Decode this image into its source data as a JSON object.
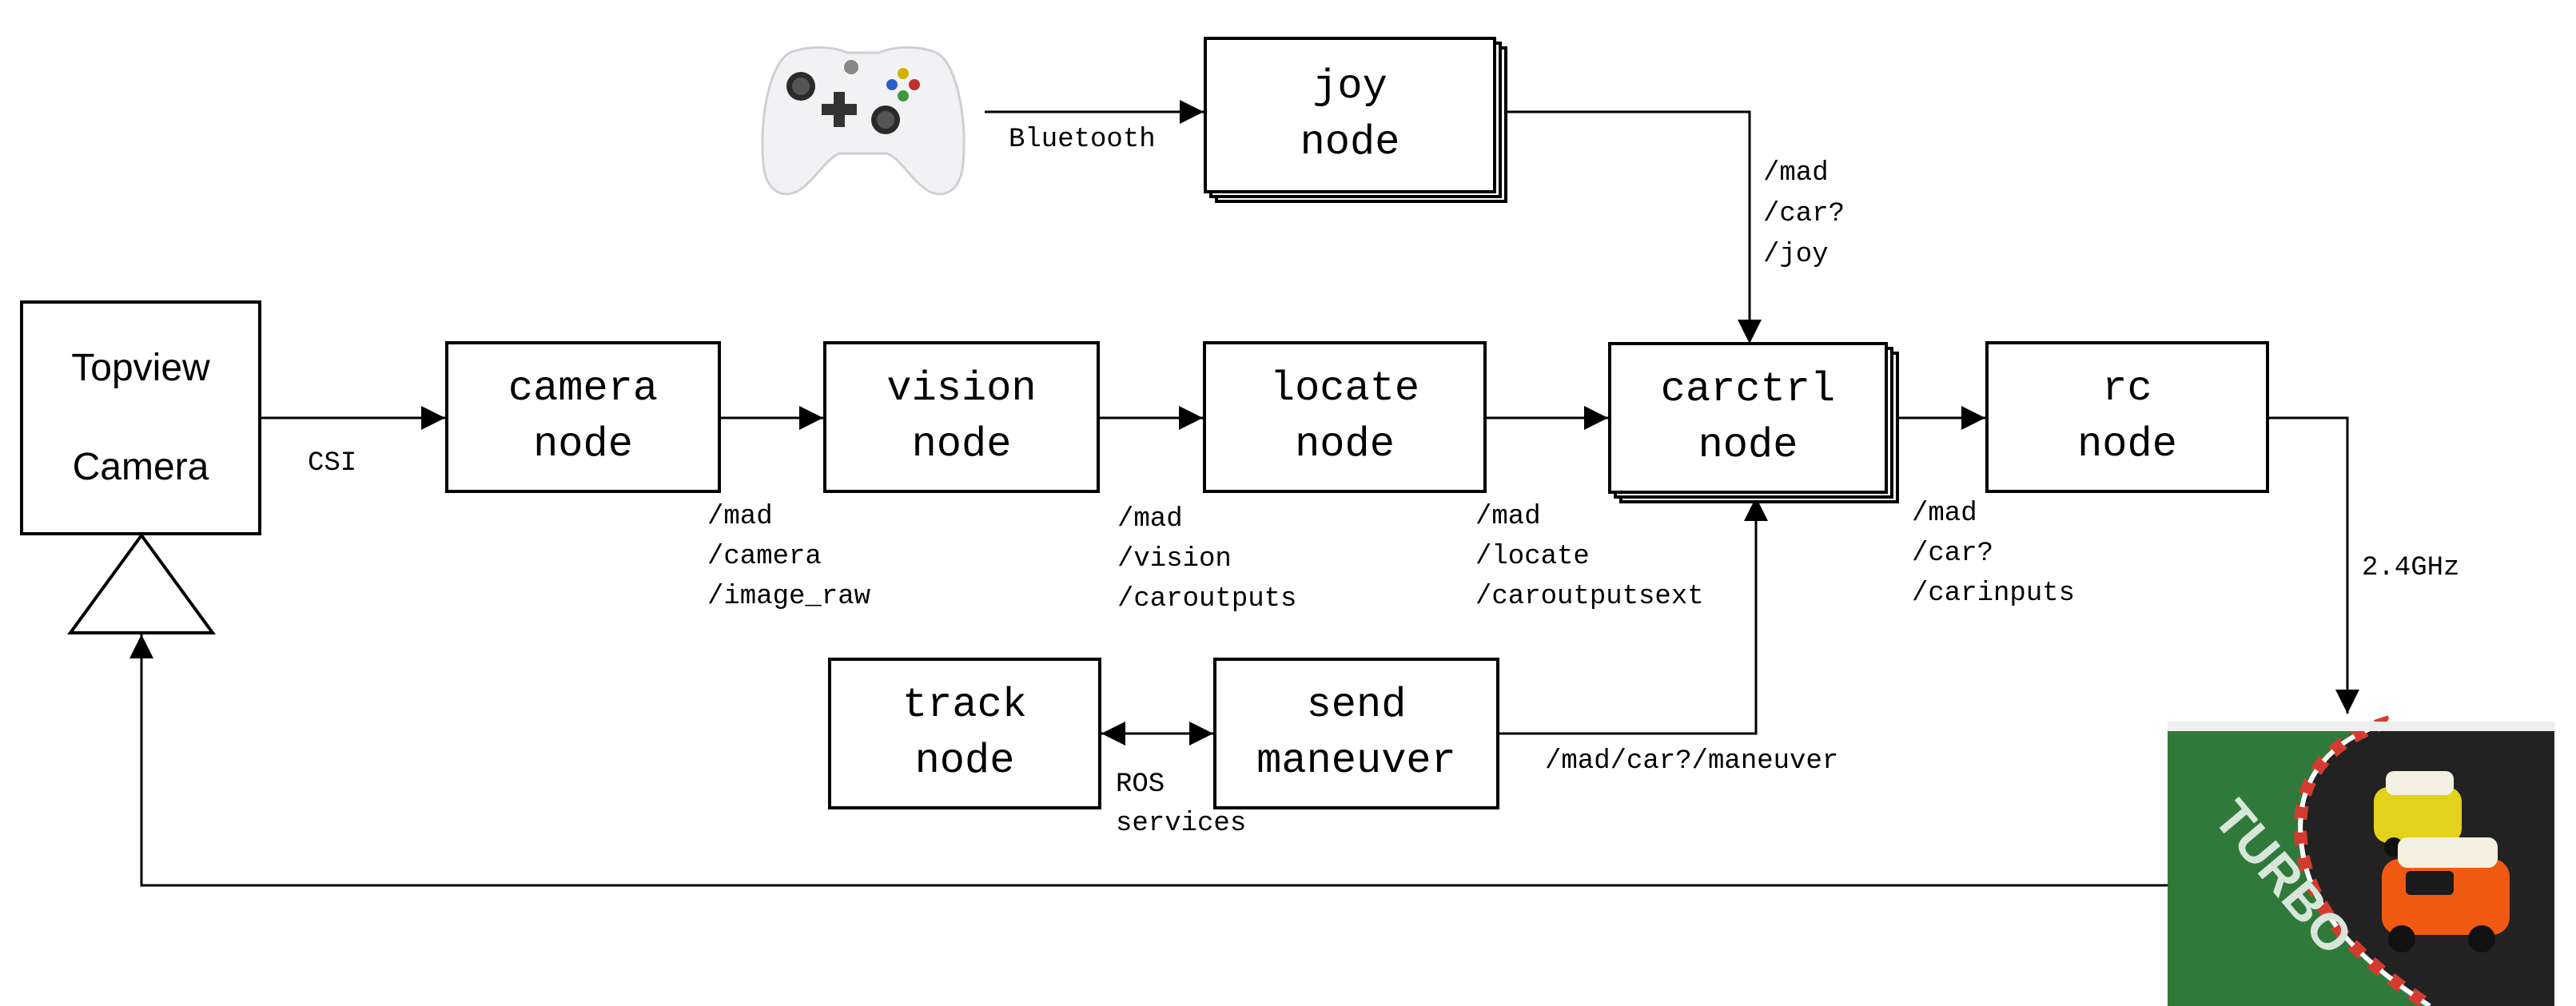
{
  "nodes": {
    "topview": [
      "Topview",
      "Camera"
    ],
    "camera": [
      "camera",
      "node"
    ],
    "vision": [
      "vision",
      "node"
    ],
    "locate": [
      "locate",
      "node"
    ],
    "carctrl": [
      "carctrl",
      "node"
    ],
    "rc": [
      "rc",
      "node"
    ],
    "joy": [
      "joy",
      "node"
    ],
    "track": [
      "track",
      "node"
    ],
    "send": [
      "send",
      "maneuver"
    ]
  },
  "labels": {
    "bluetooth": "Bluetooth",
    "csi": "CSI",
    "freq": "2.4GHz",
    "ros_services": [
      "ROS",
      "services"
    ],
    "maneuver_topic": "/mad/car?/maneuver",
    "joy_topic": [
      "/mad",
      "/car?",
      "/joy"
    ],
    "camera_topic": [
      "/mad",
      "/camera",
      "/image_raw"
    ],
    "vision_topic": [
      "/mad",
      "/vision",
      "/caroutputs"
    ],
    "locate_topic": [
      "/mad",
      "/locate",
      "/caroutputsext"
    ],
    "rc_topic": [
      "/mad",
      "/car?",
      "/carinputs"
    ]
  },
  "images": {
    "controller": "game-controller-photo",
    "track": "mini-cars-on-race-track-photo"
  }
}
